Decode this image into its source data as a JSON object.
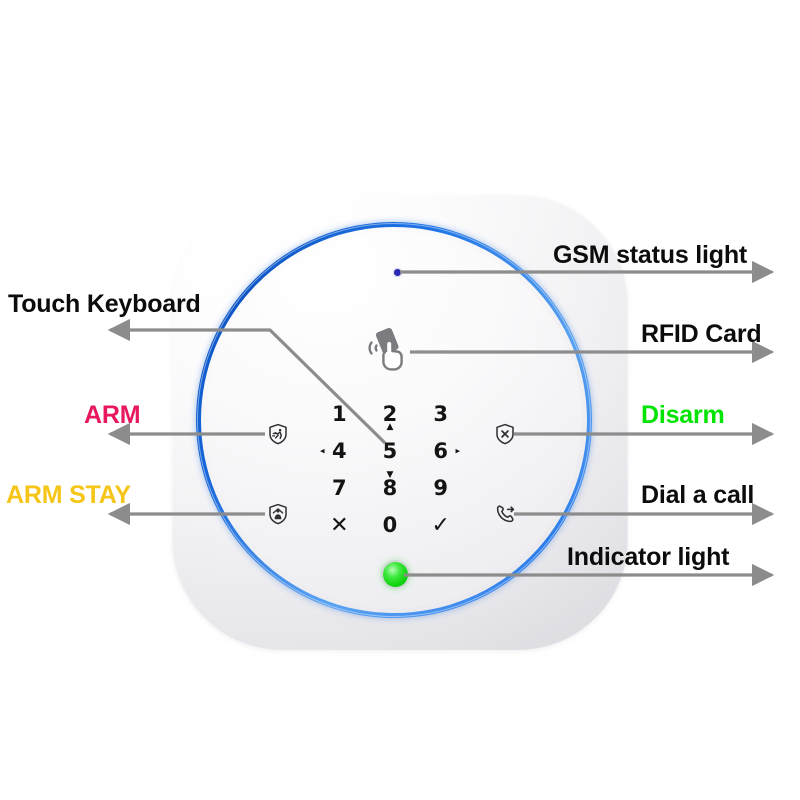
{
  "diagram": {
    "title": "GSM Alarm Panel Annotated Diagram",
    "device": {
      "name": "wireless-gsm-alarm-panel",
      "body_color": "#f1f1f4",
      "ring_color": "#1f74e6",
      "face_color": "#f7f7f9"
    },
    "callouts": {
      "gsm_status_light": {
        "label": "GSM status light",
        "color": "#0c0c0c",
        "target": "gsm-status-dot",
        "dot_color": "#2a2ab4",
        "side": "right"
      },
      "rfid_card": {
        "label": "RFID Card",
        "color": "#0c0c0c",
        "target": "rfid-card-icon",
        "side": "right"
      },
      "disarm": {
        "label": "Disarm",
        "color": "#00e400",
        "target": "disarm-icon",
        "side": "right"
      },
      "dial_a_call": {
        "label": "Dial a call",
        "color": "#0c0c0c",
        "target": "dial-a-call-icon",
        "side": "right"
      },
      "indicator_light": {
        "label": "Indicator light",
        "color": "#0c0c0c",
        "target": "indicator-led",
        "led_color": "#0fd40f",
        "side": "right"
      },
      "touch_keyboard": {
        "label": "Touch Keyboard",
        "color": "#0c0c0c",
        "target": "keypad",
        "side": "left"
      },
      "arm": {
        "label": "ARM",
        "color": "#e8185d",
        "target": "arm-icon",
        "side": "left"
      },
      "arm_stay": {
        "label": "ARM STAY",
        "color": "#f5c518",
        "target": "arm-stay-icon",
        "side": "left"
      }
    },
    "keypad": {
      "name": "touch-keypad",
      "keys": [
        {
          "glyph": "1",
          "arrow": "",
          "type": "digit"
        },
        {
          "glyph": "2",
          "arrow": "up",
          "type": "digit"
        },
        {
          "glyph": "3",
          "arrow": "",
          "type": "digit"
        },
        {
          "glyph": "4",
          "arrow": "left",
          "type": "digit"
        },
        {
          "glyph": "5",
          "arrow": "",
          "type": "digit"
        },
        {
          "glyph": "6",
          "arrow": "right",
          "type": "digit"
        },
        {
          "glyph": "7",
          "arrow": "",
          "type": "digit"
        },
        {
          "glyph": "8",
          "arrow": "down",
          "type": "digit"
        },
        {
          "glyph": "9",
          "arrow": "",
          "type": "digit"
        },
        {
          "glyph": "✕",
          "arrow": "",
          "type": "symbol"
        },
        {
          "glyph": "0",
          "arrow": "",
          "type": "digit"
        },
        {
          "glyph": "✓",
          "arrow": "",
          "type": "symbol"
        }
      ],
      "arrow_glyphs": {
        "up": "▲",
        "down": "▼",
        "left": "◂",
        "right": "▸"
      }
    },
    "icons": {
      "arm": "shield-running-person-icon",
      "arm_stay": "shield-home-person-icon",
      "disarm": "shield-x-icon",
      "dial": "phone-outgoing-call-icon",
      "rfid": "hand-holding-rfid-card-icon"
    },
    "leader_line_color": "#8c8c8c"
  }
}
